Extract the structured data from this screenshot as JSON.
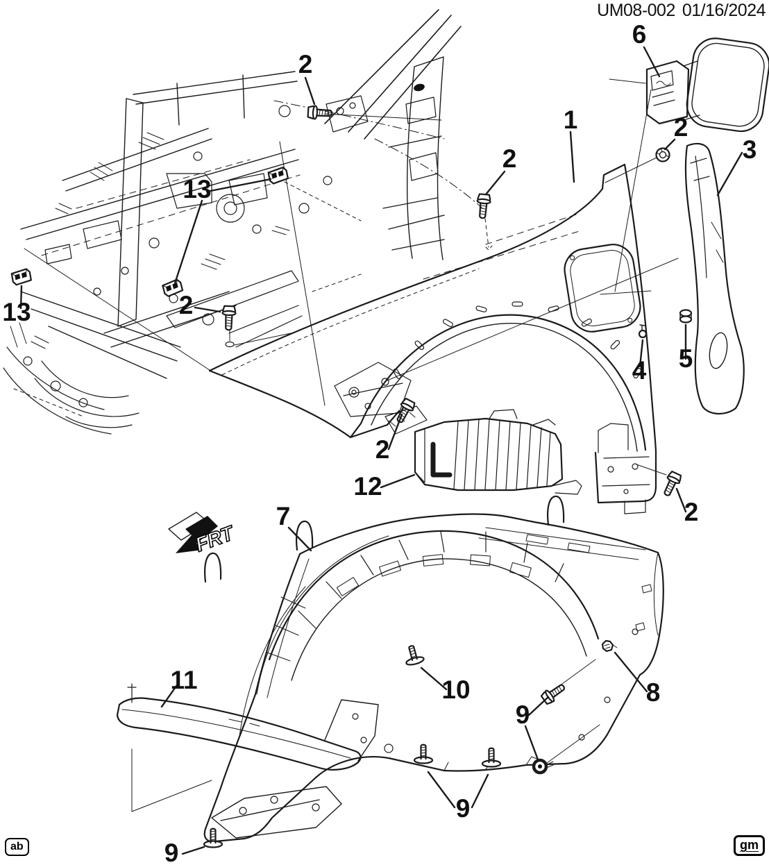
{
  "header": {
    "drawing_code": "UM08-002",
    "date": "01/16/2024"
  },
  "footer": {
    "left_mark": "ab",
    "right_mark": "gm"
  },
  "direction_indicator": {
    "label": "FRT"
  },
  "diagram": {
    "type": "exploded-parts-diagram",
    "background": "#ffffff",
    "line_color": "#1a1a1a",
    "callouts": [
      {
        "id": "fender",
        "label": "1"
      },
      {
        "id": "bolt-cowl-top",
        "label": "2"
      },
      {
        "id": "nut-rear-upper",
        "label": "2"
      },
      {
        "id": "bolt-hood-ledge",
        "label": "2"
      },
      {
        "id": "bolt-front-lower",
        "label": "2"
      },
      {
        "id": "bolt-front-bracket",
        "label": "2"
      },
      {
        "id": "bolt-rear-bracket",
        "label": "2"
      },
      {
        "id": "pillar-applique",
        "label": "3"
      },
      {
        "id": "stud-rear",
        "label": "4"
      },
      {
        "id": "clip-nut-applique",
        "label": "5"
      },
      {
        "id": "fuel-filler-door",
        "label": "6"
      },
      {
        "id": "wheelhouse-liner",
        "label": "7"
      },
      {
        "id": "clip-liner-rear",
        "label": "8"
      },
      {
        "id": "screw-liner-rear",
        "label": "9"
      },
      {
        "id": "screws-liner-bottom",
        "label": "9"
      },
      {
        "id": "screw-liner-front",
        "label": "9"
      },
      {
        "id": "screw-liner-mid",
        "label": "10"
      },
      {
        "id": "air-deflector",
        "label": "11"
      },
      {
        "id": "insulator",
        "label": "12"
      },
      {
        "id": "clip-cowl",
        "label": "13"
      },
      {
        "id": "clip-frame",
        "label": "13"
      }
    ]
  }
}
